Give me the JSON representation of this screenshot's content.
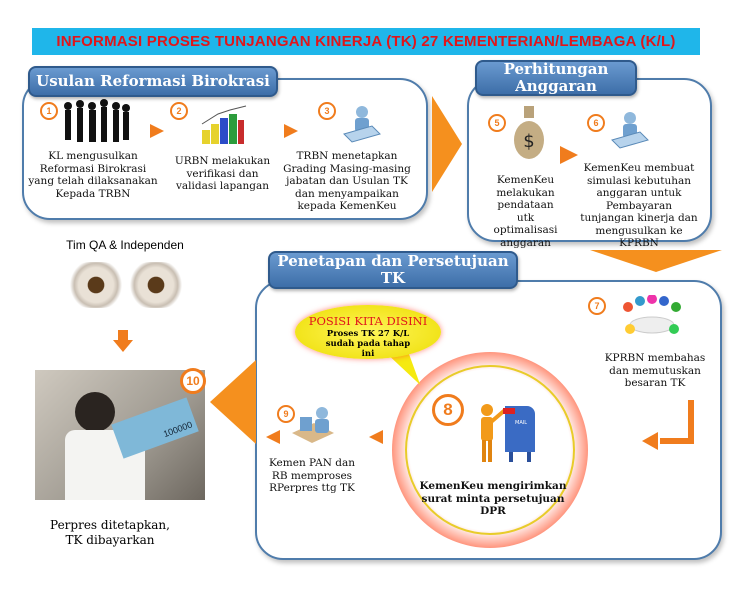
{
  "title": "INFORMASI PROSES TUNJANGAN KINERJA (TK) 27 KEMENTERIAN/LEMBAGA (K/L)",
  "sections": {
    "usulan": {
      "header": "Usulan Reformasi Birokrasi",
      "steps": [
        {
          "num": "1",
          "text": "KL mengusulkan Reformasi Birokrasi yang telah dilaksanakan Kepada TRBN"
        },
        {
          "num": "2",
          "text": "URBN melakukan verifikasi dan validasi lapangan"
        },
        {
          "num": "3",
          "text": "TRBN menetapkan Grading Masing-masing jabatan dan Usulan TK dan menyampaikan kepada KemenKeu"
        }
      ]
    },
    "perhitungan": {
      "header": "Perhitungan Anggaran",
      "steps": [
        {
          "num": "5",
          "text": "KemenKeu melakukan pendataan utk optimalisasi anggaran"
        },
        {
          "num": "6",
          "text": "KemenKeu membuat simulasi kebutuhan anggaran untuk Pembayaran tunjangan kinerja dan mengusulkan ke KPRBN"
        }
      ]
    },
    "penetapan": {
      "header": "Penetapan dan Persetujuan TK",
      "callout": {
        "title": "POSISI KITA DISINI",
        "text": "Proses TK 27 K/L sudah pada tahap ini"
      },
      "steps": [
        {
          "num": "7",
          "text": "KPRBN membahas dan memutuskan besaran TK"
        },
        {
          "num": "8",
          "text": "KemenKeu mengirimkan surat minta persetujuan DPR",
          "icon_label": "MAIL"
        },
        {
          "num": "9",
          "text": "Kemen PAN dan RB memproses RPerpres ttg TK"
        }
      ]
    }
  },
  "qa": {
    "label": "Tim QA & Independen"
  },
  "final": {
    "num": "10",
    "text": "Perpres ditetapkan, TK dibayarkan",
    "banknote": "100000"
  },
  "colors": {
    "accent": "#f07c1d",
    "header": "#4a7bb5",
    "title_bg": "#1fb6ea",
    "title_fg": "#e0161b"
  }
}
